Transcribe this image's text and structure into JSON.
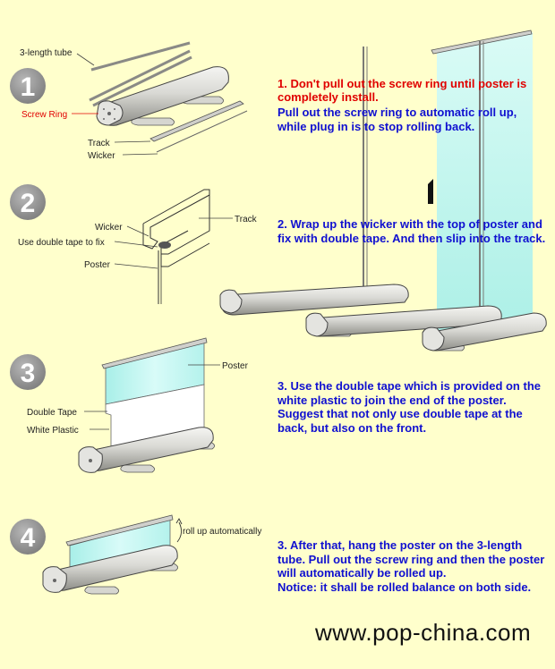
{
  "labels": {
    "tube": "3-length tube",
    "screw_ring": "Screw Ring",
    "track_1": "Track",
    "wicker_1": "Wicker",
    "wicker_2": "Wicker",
    "track_2": "Track",
    "double_tape_fix": "Use double tape to fix",
    "poster_2": "Poster",
    "poster_3": "Poster",
    "double_tape": "Double Tape",
    "white_plastic": "White Plastic",
    "roll_up": "roll up automatically"
  },
  "steps": {
    "s1": "1",
    "s2": "2",
    "s3": "3",
    "s4": "4"
  },
  "notes": {
    "n1_red": "1. Don't pull out  the screw ring until poster is completely install.",
    "n1_blue": "Pull out the screw ring to automatic roll up, while plug in is to stop rolling back.",
    "n2": "2. Wrap up the wicker with the top of poster and fix with double tape. And then slip into the track.",
    "n3": "3. Use the double tape which is provided on the white plastic to join the end of the poster. Suggest that not only use double tape at the back, but also on the front.",
    "n4": "3. After that, hang the poster on the 3-length tube. Pull out the screw ring and then the poster will automatically be rolled up.\nNotice: it shall be rolled balance on both side."
  },
  "website": "www.pop-china.com",
  "colors": {
    "background": "#FFFFCC",
    "note_blue": "#1010D0",
    "note_red": "#E00000",
    "circle_gray": "#9A9A9A",
    "poster_cyan": "#BFF5F0"
  }
}
